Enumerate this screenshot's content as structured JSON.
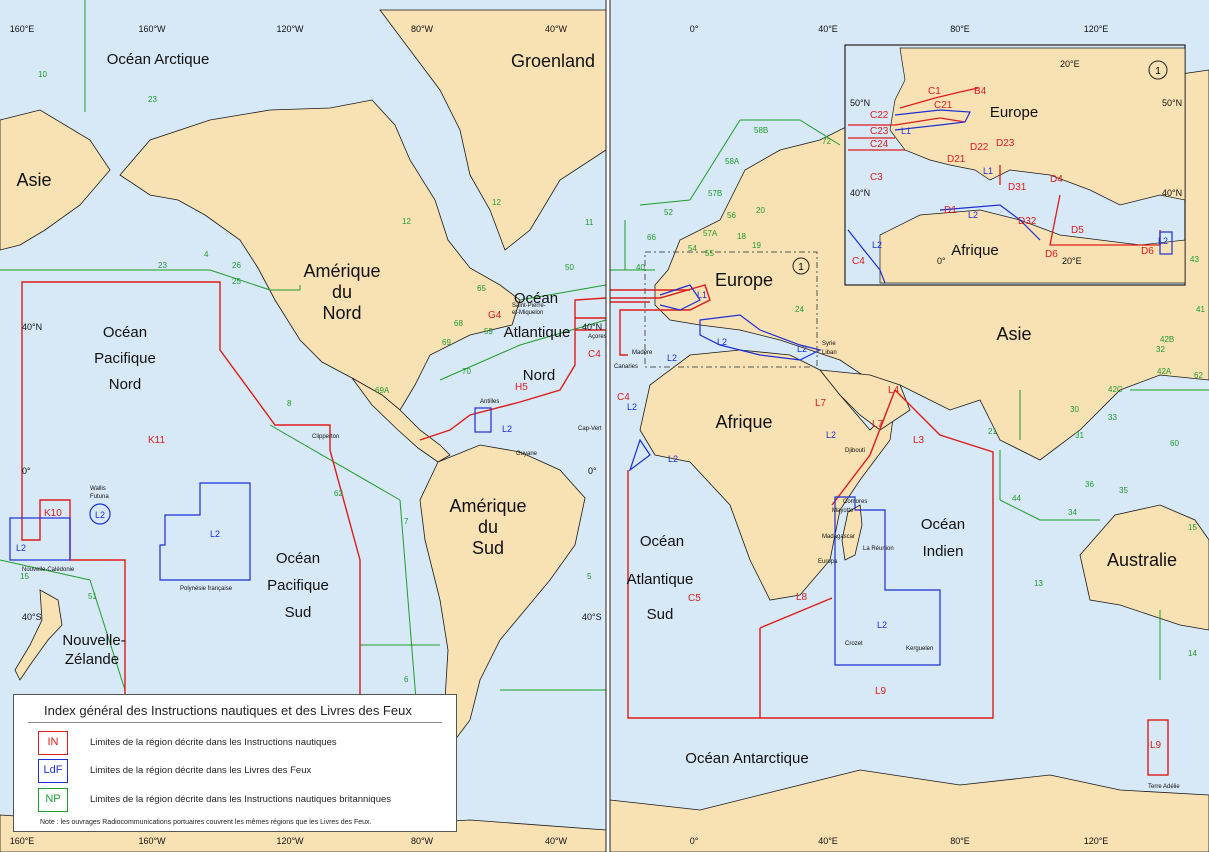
{
  "oceans": {
    "arctique": "Océan Arctique",
    "pacifique_nord": [
      "Océan",
      "Pacifique",
      "Nord"
    ],
    "pacifique_sud": [
      "Océan",
      "Pacifique",
      "Sud"
    ],
    "atlantique_nord": [
      "Océan",
      "Atlantique",
      "Nord"
    ],
    "atlantique_sud": [
      "Océan",
      "Atlantique",
      "Sud"
    ],
    "indien": [
      "Océan",
      "Indien"
    ],
    "antarctique": "Océan Antarctique"
  },
  "continents": {
    "groenland": "Groenland",
    "asie_left": "Asie",
    "amerique_nord": [
      "Amérique",
      "du",
      "Nord"
    ],
    "amerique_sud": [
      "Amérique",
      "du",
      "Sud"
    ],
    "nz": [
      "Nouvelle-",
      "Zélande"
    ],
    "europe": "Europe",
    "asie": "Asie",
    "afrique": "Afrique",
    "australie": "Australie"
  },
  "coords_top": [
    "160°E",
    "160°W",
    "120°W",
    "80°W",
    "40°W",
    "0°",
    "40°E",
    "80°E",
    "120°E"
  ],
  "coords_bottom": [
    "160°E",
    "160°W",
    "120°W",
    "80°W",
    "40°W",
    "0°",
    "40°E",
    "80°E",
    "120°E"
  ],
  "coords_lat_left": [
    "40°N",
    "0°",
    "40°S"
  ],
  "coords_lat_right": [
    "40°N",
    "0°",
    "40°S"
  ],
  "places": {
    "clipperton": "Clipperton",
    "wallis": "Wallis",
    "futuna": "Futuna",
    "polynesie": "Polynésie française",
    "nc": "Nouvelle-Calédonie",
    "spm1": "Saint-Pierre-",
    "spm2": "et-Miquelon",
    "antilles": "Antilles",
    "guyane": "Guyane",
    "cap_vert": "Cap-Vert",
    "acores": "Açores",
    "madere": "Madère",
    "canaries": "Canaries",
    "syrie": "Syrie",
    "liban": "Liban",
    "djibouti": "Djibouti",
    "comores": "Comores",
    "mayotte": "Mayotte",
    "madagascar": "Madagascar",
    "reunion": "La Réunion",
    "europa": "Europa",
    "crozet": "Crozet",
    "kerguelen": "Kerguelen",
    "terre_adelie": "Terre Adélie"
  },
  "red_zones": [
    "K11",
    "K10",
    "G4",
    "H5",
    "C4",
    "C4",
    "C5",
    "L7",
    "L7",
    "L4",
    "L3",
    "L8",
    "L9",
    "L9"
  ],
  "blue_zones": [
    "L2",
    "L2",
    "L2",
    "L2",
    "L1",
    "L2",
    "L2",
    "L2",
    "L2",
    "L2",
    "L2",
    "L2"
  ],
  "green_zones": [
    "10",
    "23",
    "23",
    "4",
    "26",
    "25",
    "12",
    "12",
    "11",
    "50",
    "65",
    "68",
    "59",
    "69",
    "70",
    "69A",
    "8",
    "62",
    "7",
    "5",
    "6",
    "15",
    "51",
    "58B",
    "72",
    "58A",
    "57B",
    "57A",
    "56",
    "20",
    "18",
    "19",
    "52",
    "66",
    "54",
    "55",
    "40",
    "24",
    "43",
    "41",
    "32",
    "42B",
    "42A",
    "62",
    "42C",
    "30",
    "33",
    "31",
    "60",
    "21",
    "44",
    "36",
    "35",
    "34",
    "15",
    "13",
    "14"
  ],
  "inset": {
    "marker": "1",
    "europe": "Europe",
    "afrique": "Afrique",
    "coords": [
      "20°E",
      "50°N",
      "50°N",
      "40°N",
      "40°N",
      "0°",
      "20°E"
    ],
    "red_zones": [
      "B4",
      "C1",
      "C21",
      "C22",
      "C23",
      "C24",
      "C3",
      "D22",
      "D23",
      "D21",
      "D31",
      "D4",
      "D1",
      "D32",
      "D5",
      "D6",
      "D6",
      "C4"
    ],
    "blue_zones": [
      "L1",
      "L1",
      "L2",
      "L2",
      "L2"
    ]
  },
  "main_marker": "1",
  "legend": {
    "title": "Index général des Instructions nautiques et des Livres des Feux",
    "rows": [
      {
        "code": "IN",
        "text": "Limites de la région décrite dans les Instructions nautiques",
        "color": "#dd1c1c"
      },
      {
        "code": "LdF",
        "text": "Limites de la région décrite dans les Livres des Feux",
        "color": "#1d2fd6"
      },
      {
        "code": "NP",
        "text": "Limites de la région décrite dans les Instructions nautiques britanniques",
        "color": "#1f9c2c"
      }
    ],
    "note": "Note : les ouvrages Radiocommunications portuaires couvrent les mêmes régions que les Livres des Feux."
  },
  "colors": {
    "ocean": "#d7e8f6",
    "land": "#f8e1b3",
    "coast": "#1a1a1a",
    "in": "#dd1c1c",
    "ldf": "#1d2fd6",
    "np": "#1f9c2c"
  }
}
